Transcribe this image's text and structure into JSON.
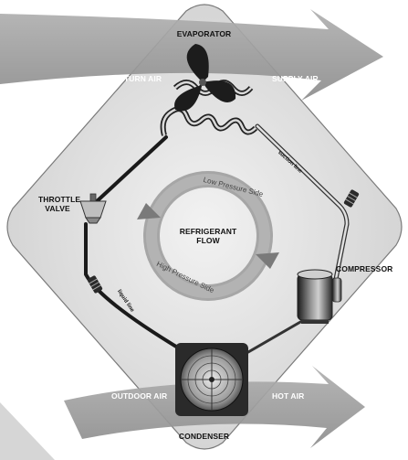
{
  "labels": {
    "evaporator": "EVAPORATOR",
    "return_air": "RETURN AIR",
    "supply_air": "SUPPLY AIR",
    "suction_line": "suction line",
    "throttle_valve": "THROTTLE\nVALVE",
    "refrigerant_flow": "REFRIGERANT\nFLOW",
    "low_pressure_side": "Low Pressure Side",
    "high_pressure_side": "High Pressure Side",
    "compressor": "COMPRESSOR",
    "liquid_line": "liquid line",
    "outdoor_air": "OUTDOOR AIR",
    "hot_air": "HOT AIR",
    "condenser": "CONDENSER"
  },
  "colors": {
    "diamond_fill": "#d8d8d8",
    "diamond_stroke": "#777777",
    "air_arrow": "#9a9a9a",
    "ring": "#8a8a8a",
    "pipe": "#222222"
  },
  "icons": [
    "fan-icon",
    "evaporator-coil-icon",
    "throttle-valve-icon",
    "compressor-icon",
    "condenser-fan-icon",
    "service-port-icon"
  ]
}
